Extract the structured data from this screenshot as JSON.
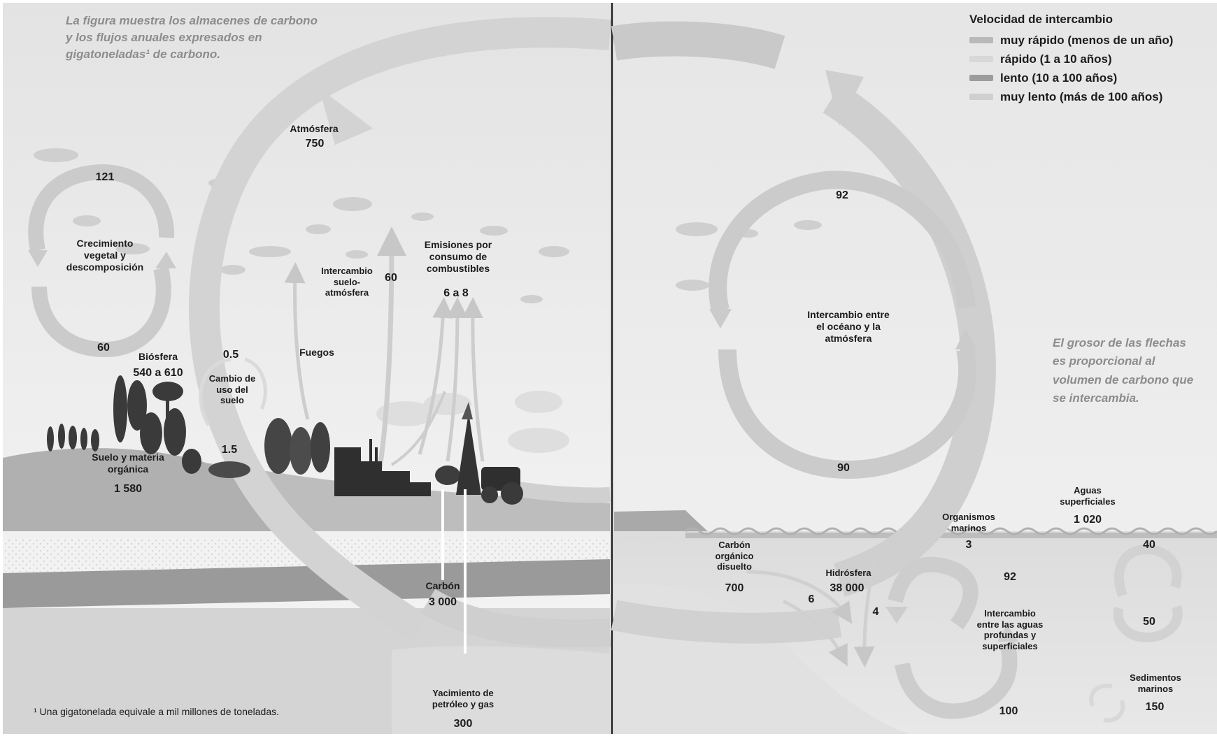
{
  "intro_text": "La figura muestra los almacenes de carbono y los flujos anuales expresados en gigatoneladas¹ de carbono.",
  "footnote": "¹ Una gigatonelada equivale a mil millones de toneladas.",
  "legend": {
    "title": "Velocidad de intercambio",
    "items": [
      {
        "label": "muy rápido (menos de un año)",
        "color": "#b9b9b9"
      },
      {
        "label": "rápido (1 a 10 años)",
        "color": "#d8d8d8"
      },
      {
        "label": "lento (10 a 100 años)",
        "color": "#9c9c9c"
      },
      {
        "label": "muy lento (más de 100 años)",
        "color": "#cfcfcf"
      }
    ]
  },
  "thickness_note": "El grosor de las flechas es proporcional al volumen de carbono que se intercambia.",
  "left": {
    "atmosfera": {
      "label": "Atmósfera",
      "value": "750"
    },
    "plant_cycle": {
      "label": "Crecimiento vegetal y descomposición",
      "top": "121",
      "bottom": "60"
    },
    "biosfera": {
      "label": "Biósfera",
      "value": "540 a 610"
    },
    "suelo": {
      "label": "Suelo y materia orgánica",
      "value": "1 580"
    },
    "cambio_uso": {
      "label": "Cambio de uso del suelo",
      "top": "0.5",
      "bottom": "1.5"
    },
    "fuegos": {
      "label": "Fuegos"
    },
    "intercambio_suelo": {
      "label": "Intercambio suelo-atmósfera",
      "value": "60"
    },
    "emisiones": {
      "label": "Emisiones por consumo de combustibles",
      "value": "6 a 8"
    },
    "carbon": {
      "label": "Carbón",
      "value": "3 000"
    },
    "yacimiento": {
      "label": "Yacimiento de petróleo y gas",
      "value": "300"
    }
  },
  "right": {
    "ocean_exchange": {
      "label": "Intercambio entre el océano y la atmósfera",
      "top": "92",
      "bottom": "90"
    },
    "aguas_superficiales": {
      "label": "Aguas superficiales",
      "value": "1 020"
    },
    "organismos": {
      "label": "Organismos marinos",
      "value": "3"
    },
    "carbon_organico": {
      "label": "Carbón orgánico disuelto",
      "value": "700"
    },
    "hidrosfera": {
      "label": "Hidrósfera",
      "value": "38 000"
    },
    "flow_6": "6",
    "flow_4": "4",
    "deep_exchange": {
      "label": "Intercambio entre las aguas profundas y superficiales",
      "top": "92",
      "bottom": "100"
    },
    "small_cycle": {
      "top": "40",
      "bottom": "50"
    },
    "sedimentos": {
      "label": "Sedimentos marinos",
      "value": "150"
    }
  }
}
